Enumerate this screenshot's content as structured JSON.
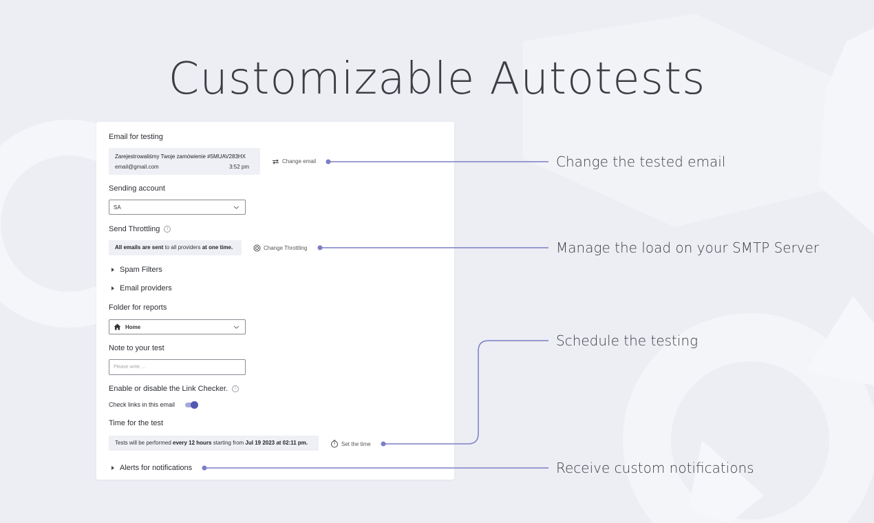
{
  "hero": {
    "title": "Customizable Autotests"
  },
  "colors": {
    "accent": "#6c6fc0",
    "background": "#eceef4",
    "card": "#ffffff",
    "pill": "#eef0f5"
  },
  "form": {
    "email_section": {
      "label": "Email for testing",
      "subject": "Zarejestrowaliśmy Twoje zamówienie #5MUAV283HX",
      "address": "email@gmail.com",
      "time": "3:52 pm",
      "change_label": "Change email",
      "change_icon": "swap-arrows-icon"
    },
    "sending_account": {
      "label": "Sending account",
      "value": "SA",
      "icon": "chevron-down-icon"
    },
    "throttling": {
      "label": "Send Throttling",
      "info_icon": "info-icon",
      "summary_part1": "All emails are sent",
      "summary_part2": " to all providers ",
      "summary_part3": "at one time.",
      "change_label": "Change Throttling",
      "change_icon": "gauge-icon"
    },
    "spam_filters": {
      "label": "Spam Filters"
    },
    "email_providers": {
      "label": "Email providers"
    },
    "folder": {
      "label": "Folder for reports",
      "value": "Home",
      "icon": "home-icon"
    },
    "note": {
      "label": "Note to your test",
      "placeholder": "Please write ..."
    },
    "link_checker": {
      "label": "Enable or disable the Link Checker.",
      "toggle_label": "Check links in this email",
      "enabled": true
    },
    "time": {
      "label": "Time for the test",
      "summary_part1": "Tests will be performed ",
      "summary_part2": "every 12 hours",
      "summary_part3": " starting from ",
      "summary_part4": "Jul 19 2023 at 02:11 pm.",
      "set_label": "Set the time",
      "set_icon": "timer-icon"
    },
    "alerts": {
      "label": "Alerts for notifications"
    }
  },
  "callouts": {
    "change_email": "Change the tested email",
    "manage_load": "Manage the load on your SMTP Server",
    "schedule": "Schedule the testing",
    "notifications": "Receive custom notifications"
  }
}
